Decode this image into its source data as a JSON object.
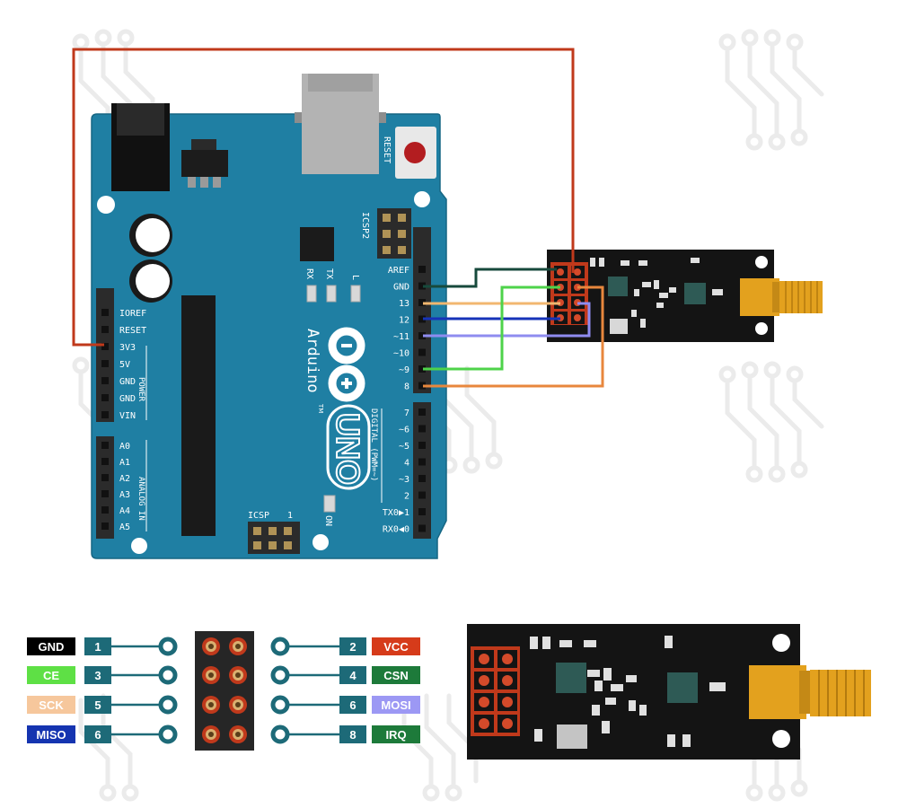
{
  "colors": {
    "board": "#1f7fa3",
    "module": "#141414",
    "wire_vcc": "#c0391b",
    "wire_gnd": "#174a3c",
    "wire_ce": "#4ed34a",
    "wire_csn": "#e8873d",
    "wire_sck": "#f2b76f",
    "wire_mosi": "#8f8cf0",
    "wire_miso": "#1633b8",
    "teal": "#1d6a78"
  },
  "arduino": {
    "brand": "Arduino",
    "model": "UNO",
    "reset_label": "RESET",
    "icsp2_label": "ICSP2",
    "icsp_label": "ICSP",
    "icsp_pin1": "1",
    "on_label": "ON",
    "l_label": "L",
    "tx_label": "TX",
    "rx_label": "RX",
    "tm": "TM",
    "power_label": "POWER",
    "analog_label": "ANALOG IN",
    "digital_label": "DIGITAL (PWM=~)",
    "power_pins": [
      "IOREF",
      "RESET",
      "3V3",
      "5V",
      "GND",
      "GND",
      "VIN"
    ],
    "analog_pins": [
      "A0",
      "A1",
      "A2",
      "A3",
      "A4",
      "A5"
    ],
    "digital_pins_top": [
      "AREF",
      "GND",
      "13",
      "12",
      "~11",
      "~10",
      "~9",
      "8"
    ],
    "digital_pins_bottom": [
      "7",
      "~6",
      "~5",
      "4",
      "~3",
      "2",
      "TX0▶1",
      "RX0◀0"
    ]
  },
  "pinout": {
    "left": [
      {
        "name": "GND",
        "num": "1",
        "bg": "#000000",
        "fg": "#ffffff"
      },
      {
        "name": "CE",
        "num": "3",
        "bg": "#5ee045",
        "fg": "#ffffff"
      },
      {
        "name": "SCK",
        "num": "5",
        "bg": "#f6c79c",
        "fg": "#ffffff"
      },
      {
        "name": "MISO",
        "num": "6",
        "bg": "#1534b0",
        "fg": "#ffffff"
      }
    ],
    "right": [
      {
        "name": "VCC",
        "num": "2",
        "bg": "#d63b1a",
        "fg": "#ffffff"
      },
      {
        "name": "CSN",
        "num": "4",
        "bg": "#1d7a3a",
        "fg": "#ffffff"
      },
      {
        "name": "MOSI",
        "num": "6",
        "bg": "#9c98f4",
        "fg": "#ffffff"
      },
      {
        "name": "IRQ",
        "num": "8",
        "bg": "#1d7a3a",
        "fg": "#ffffff"
      }
    ]
  }
}
